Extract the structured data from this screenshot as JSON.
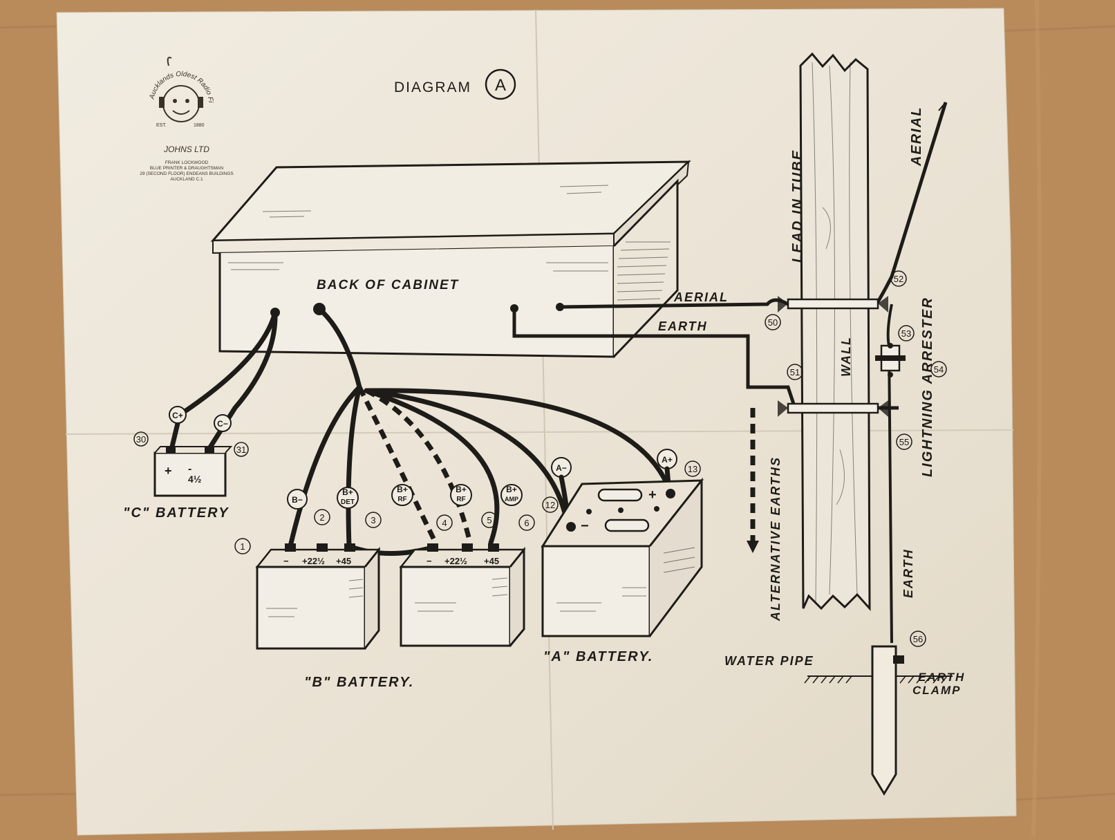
{
  "header": {
    "diagram_word": "DIAGRAM",
    "diagram_letter": "A",
    "logo_arc": "Aucklands Oldest Radio Firm.",
    "est_left": "EST.",
    "est_right": "1880",
    "company": "JOHNS LTD",
    "credit_lines": [
      "FRANK LOCKWOOD",
      "BLUE PRINTER & DRAUGHTSMAN",
      "29 (SECOND FLOOR) ENDEANS BUILDINGS",
      "AUCKLAND C.1"
    ]
  },
  "cabinet": {
    "label": "BACK  OF  CABINET"
  },
  "c_battery": {
    "label": "\"C\" BATTERY",
    "plus": "+",
    "minus": "-",
    "voltage": "4½",
    "wire_tags": [
      "C+",
      "C−"
    ],
    "terminal_numbers": [
      "30",
      "31"
    ]
  },
  "b_battery": {
    "label": "\"B\" BATTERY.",
    "terminals": [
      "−",
      "+22½",
      "+45",
      "−",
      "+22½",
      "+45"
    ],
    "terminal_numbers": [
      "1",
      "2",
      "3",
      "4",
      "5",
      "6"
    ],
    "wire_tags": [
      [
        "B−"
      ],
      [
        "B+",
        "DET"
      ],
      [
        "B+",
        "RF"
      ],
      [
        "B+",
        "RF"
      ],
      [
        "B+",
        "AMP"
      ]
    ]
  },
  "a_battery": {
    "label": "\"A\" BATTERY.",
    "plus": "+",
    "minus": "−",
    "wire_tags": [
      "A−",
      "A+"
    ],
    "terminal_numbers": [
      "12",
      "13"
    ]
  },
  "aerial_side": {
    "aerial_wire": "AERIAL",
    "earth_wire": "EARTH",
    "lead_in_tube": "LEAD IN TUBE",
    "wall": "WALL",
    "aerial": "AERIAL",
    "lightning_arrester": "LIGHTNING ARRESTER",
    "alternative_earths": "ALTERNATIVE EARTHS",
    "earth_down": "EARTH",
    "water_pipe": "WATER PIPE",
    "earth_clamp": [
      "EARTH",
      "CLAMP"
    ],
    "part_numbers": [
      "50",
      "51",
      "52",
      "53",
      "54",
      "55",
      "56"
    ]
  }
}
